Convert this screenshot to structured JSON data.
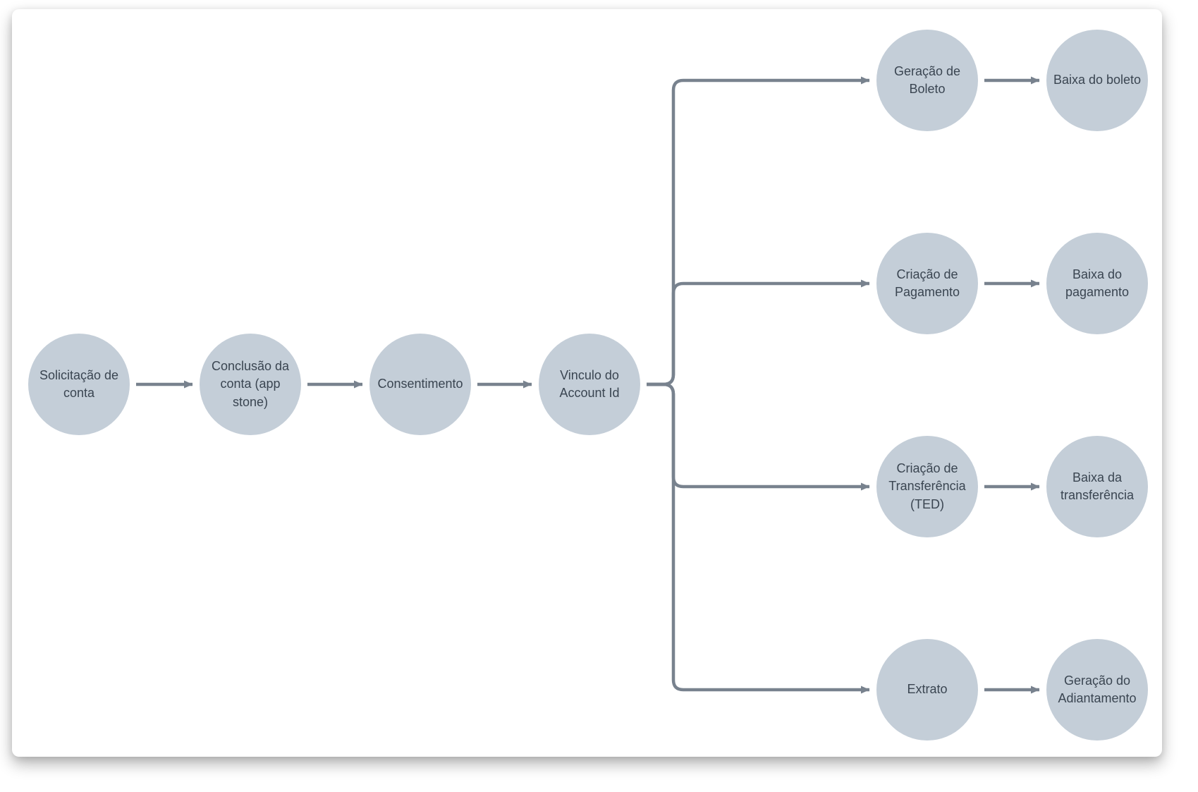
{
  "diagram": {
    "type": "flowchart",
    "colors": {
      "node_fill": "#c4ced8",
      "edge": "#78828e",
      "text": "#3a4551",
      "canvas_bg": "#ffffff"
    },
    "nodes": {
      "solicitacao_conta": {
        "label": "Solicitação de conta"
      },
      "conclusao_conta": {
        "label": "Conclusão da conta (app stone)"
      },
      "consentimento": {
        "label": "Consentimento"
      },
      "vinculo_account_id": {
        "label": "Vinculo do Account Id"
      },
      "geracao_boleto": {
        "label": "Geração de Boleto"
      },
      "baixa_boleto": {
        "label": "Baixa do boleto"
      },
      "criacao_pagamento": {
        "label": "Criação de Pagamento"
      },
      "baixa_pagamento": {
        "label": "Baixa do pagamento"
      },
      "criacao_transferencia": {
        "label": "Criação de Transferência (TED)"
      },
      "baixa_transferencia": {
        "label": "Baixa da transferência"
      },
      "extrato": {
        "label": "Extrato"
      },
      "geracao_adiantamento": {
        "label": "Geração do Adiantamento"
      }
    },
    "edges": [
      {
        "from": "Solicitação de conta",
        "to": "Conclusão da conta (app stone)"
      },
      {
        "from": "Conclusão da conta (app stone)",
        "to": "Consentimento"
      },
      {
        "from": "Consentimento",
        "to": "Vinculo do Account Id"
      },
      {
        "from": "Vinculo do Account Id",
        "to": "Geração de Boleto"
      },
      {
        "from": "Vinculo do Account Id",
        "to": "Criação de Pagamento"
      },
      {
        "from": "Vinculo do Account Id",
        "to": "Criação de Transferência (TED)"
      },
      {
        "from": "Vinculo do Account Id",
        "to": "Extrato"
      },
      {
        "from": "Geração de Boleto",
        "to": "Baixa do boleto"
      },
      {
        "from": "Criação de Pagamento",
        "to": "Baixa do pagamento"
      },
      {
        "from": "Criação de Transferência (TED)",
        "to": "Baixa da transferência"
      },
      {
        "from": "Extrato",
        "to": "Geração do Adiantamento"
      }
    ]
  }
}
